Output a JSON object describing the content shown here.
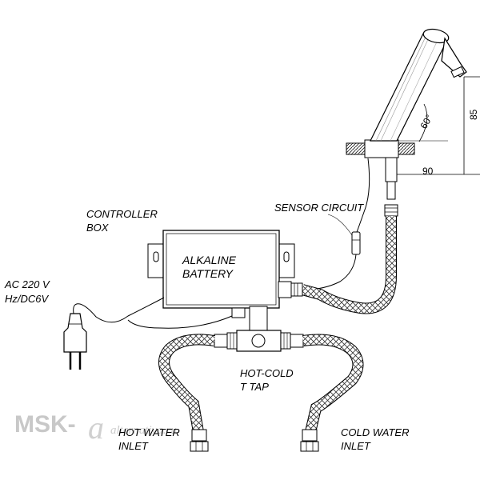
{
  "labels": {
    "controller_box": [
      "CONTROLLER",
      "BOX"
    ],
    "sensor_circuit": "SENSOR CIRCUIT",
    "power": [
      "AC 220 V",
      "Hz/DC6V"
    ],
    "battery": [
      "ALKALINE",
      "BATTERY"
    ],
    "tap": [
      "HOT-COLD",
      "T TAP"
    ],
    "hot_inlet": [
      "HOT WATER",
      "INLET"
    ],
    "cold_inlet": [
      "COLD WATER",
      "INLET"
    ]
  },
  "dimensions": {
    "height": "85",
    "width": "90",
    "angle": "60°"
  },
  "watermark": {
    "brand": "MSK-",
    "script": "alternativa.ru"
  }
}
